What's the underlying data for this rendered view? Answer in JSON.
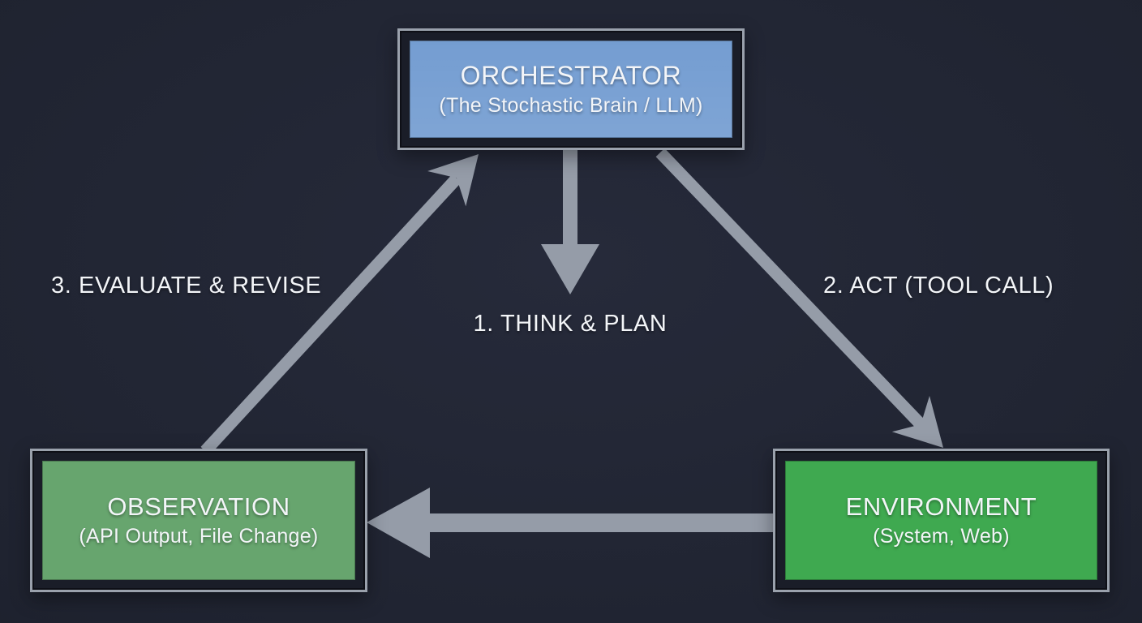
{
  "nodes": {
    "orchestrator": {
      "title": "ORCHESTRATOR",
      "subtitle": "(The Stochastic Brain / LLM)",
      "color": "#6d98cf"
    },
    "observation": {
      "title": "OBSERVATION",
      "subtitle": "(API Output, File Change)",
      "color": "#67a56e"
    },
    "environment": {
      "title": "ENVIRONMENT",
      "subtitle": "(System, Web)",
      "color": "#3fa950"
    }
  },
  "steps": {
    "step1": "1. THINK & PLAN",
    "step2": "2. ACT (TOOL CALL)",
    "step3": "3. EVALUATE & REVISE"
  },
  "colors": {
    "background": "#1f2330",
    "arrow": "#959CA8",
    "frame": "#9aa1ac",
    "text": "#f3f5f8",
    "orchestrator": "#6d98cf",
    "observation": "#67a56e",
    "environment": "#3fa950"
  }
}
